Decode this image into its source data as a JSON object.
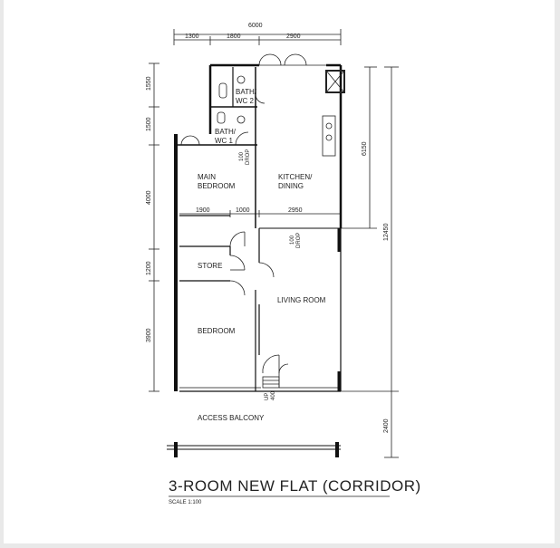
{
  "plan": {
    "title": "3-ROOM NEW FLAT (CORRIDOR)",
    "scale": "SCALE  1:100",
    "rooms": {
      "bath_wc_2": [
        "BATH/",
        "WC 2"
      ],
      "bath_wc_1": [
        "BATH/",
        "WC 1"
      ],
      "main_bedroom": [
        "MAIN",
        "BEDROOM"
      ],
      "kitchen_dining": [
        "KITCHEN/",
        "DINING"
      ],
      "store": "STORE",
      "living_room": "LIVING ROOM",
      "bedroom": "BEDROOM",
      "access_balcony": "ACCESS  BALCONY"
    },
    "labels": {
      "drop_1": [
        "100",
        "DROP"
      ],
      "drop_2": [
        "100",
        "DROP"
      ],
      "up_1": [
        "UP",
        "400"
      ]
    },
    "dimensions": {
      "top_total": "6000",
      "top_segments": [
        "1300",
        "1800",
        "2900"
      ],
      "left_segments": [
        "1550",
        "1500",
        "4000",
        "1200",
        "3900"
      ],
      "right_upper": "6150",
      "right_total": "12450",
      "right_lower": "2400",
      "mid_segments": [
        "1900",
        "1000",
        "2950"
      ]
    }
  }
}
